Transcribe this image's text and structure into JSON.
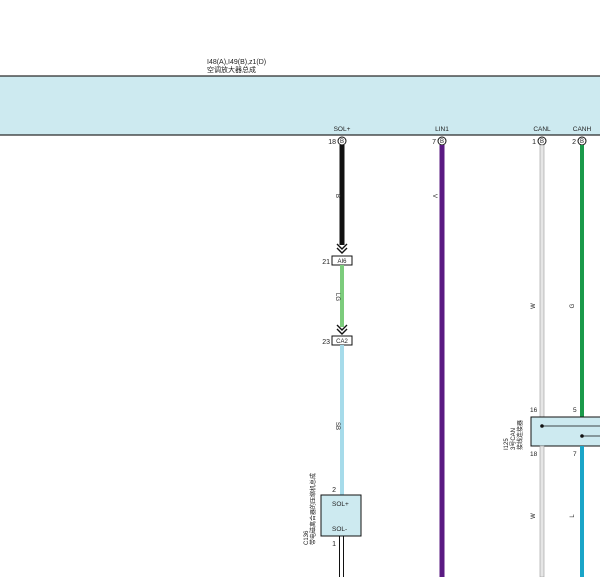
{
  "header": {
    "part_code": "I48(A),I49(B),z1(D)",
    "part_name": "空调放大器总成"
  },
  "pins_top": [
    {
      "signal": "SOL+",
      "number": "18",
      "connector": "B"
    },
    {
      "signal": "LIN1",
      "number": "7",
      "connector": "B"
    },
    {
      "signal": "CANL",
      "number": "1",
      "connector": "B"
    },
    {
      "signal": "CANH",
      "number": "2",
      "connector": "B"
    }
  ],
  "wires": {
    "sol_b": "B",
    "sol_lg": "LG",
    "sol_sb": "SB",
    "lin_v": "V",
    "canl_w_top": "W",
    "canh_g_top": "G",
    "canl_w_bottom": "W",
    "canh_l_bottom": "L"
  },
  "junctions": [
    {
      "pin": "21",
      "code": "AI6"
    },
    {
      "pin": "23",
      "code": "CA2"
    }
  ],
  "can_junction": {
    "code": "I125",
    "name_line1": "3号CAN",
    "name_line2": "接线连接器",
    "pin_tl": "16",
    "pin_tr": "5",
    "pin_bl": "18",
    "pin_br": "7"
  },
  "compressor": {
    "code": "C136",
    "name": "带电磁离合器的压缩机总成",
    "pin_top": "2",
    "pin_bottom": "1",
    "terminal_plus": "SOL+",
    "terminal_minus": "SOL-"
  },
  "colors": {
    "module_fill": "#cdeaf0",
    "wire_black": "#111111",
    "wire_lightgreen": "#7ccc7c",
    "wire_skyblue": "#a6dbea",
    "wire_violet": "#5a1a82",
    "wire_white": "#e6e6e6",
    "wire_green": "#1a9a4a",
    "wire_blue": "#1aa5c8"
  }
}
